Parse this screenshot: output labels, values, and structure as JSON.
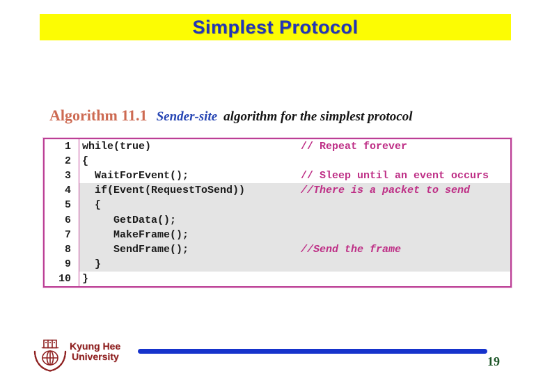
{
  "title_bar": {
    "text": "Simplest Protocol"
  },
  "heading": {
    "label": "Algorithm 11.1",
    "emphasis": "Sender-site",
    "rest": "algorithm for the simplest protocol"
  },
  "code_listing": {
    "lines": [
      {
        "num": "1",
        "code": "while(true)",
        "comment": "// Repeat forever",
        "italic": false,
        "shaded": false
      },
      {
        "num": "2",
        "code": "{",
        "comment": "",
        "italic": false,
        "shaded": false
      },
      {
        "num": "3",
        "code": "  WaitForEvent();",
        "comment": "// Sleep until an event occurs",
        "italic": false,
        "shaded": false
      },
      {
        "num": "4",
        "code": "  if(Event(RequestToSend))",
        "comment": "//There is a packet to send",
        "italic": true,
        "shaded": true
      },
      {
        "num": "5",
        "code": "  {",
        "comment": "",
        "italic": false,
        "shaded": true
      },
      {
        "num": "6",
        "code": "     GetData();",
        "comment": "",
        "italic": false,
        "shaded": true
      },
      {
        "num": "7",
        "code": "     MakeFrame();",
        "comment": "",
        "italic": false,
        "shaded": true
      },
      {
        "num": "8",
        "code": "     SendFrame();",
        "comment": "//Send the frame",
        "italic": true,
        "shaded": true
      },
      {
        "num": "9",
        "code": "  }",
        "comment": "",
        "italic": false,
        "shaded": true
      },
      {
        "num": "10",
        "code": "}",
        "comment": "",
        "italic": false,
        "shaded": false
      }
    ]
  },
  "footer": {
    "university_line1": "Kyung Hee",
    "university_line2": "University",
    "logo_icon": "kyung-hee-university-emblem",
    "page_number": "19"
  },
  "colors": {
    "title_bg": "#fcfc03",
    "title_text": "#2135b8",
    "heading_label": "#cd6a52",
    "heading_emphasis": "#2746b4",
    "code_text": "#1a1a1a",
    "comment": "#be2f86",
    "box_border": "#bb3f95",
    "shaded_row": "#e4e4e4",
    "footer_maroon": "#8e2020",
    "footer_bar_blue": "#1633cc",
    "page_number_green": "#1c5527"
  }
}
